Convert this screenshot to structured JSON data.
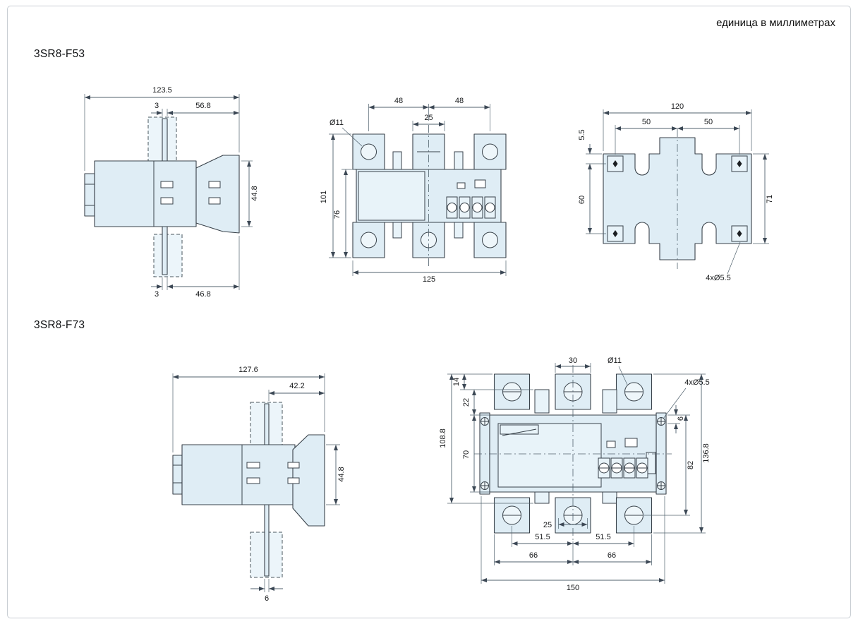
{
  "page": {
    "units_note": "единица в миллиметрах"
  },
  "f53": {
    "title": "3SR8-F53",
    "side_view": {
      "overall_length": "123.5",
      "blade_offset_top": "3",
      "top_right_length": "56.8",
      "body_height": "44.8",
      "blade_offset_bottom": "3",
      "bottom_right_length": "46.8"
    },
    "front_view": {
      "pole_pitch_left": "48",
      "pole_pitch_right": "48",
      "middle_terminal_width": "25",
      "terminal_hole": "Ø11",
      "total_height": "101",
      "body_height": "76",
      "overall_width": "125"
    },
    "mounting_view": {
      "overall_width": "120",
      "hole_span_left": "50",
      "hole_span_right": "50",
      "edge_offset": "5.5",
      "hole_span_vertical": "60",
      "overall_height": "71",
      "mounting_holes": "4xØ5.5"
    }
  },
  "f73": {
    "title": "3SR8-F73",
    "side_view": {
      "overall_length": "127.6",
      "top_right_length": "42.2",
      "body_height": "44.8",
      "blade_width": "6"
    },
    "front_view": {
      "middle_terminal_width": "30",
      "terminal_hole": "Ø11",
      "mounting_holes": "4xØ5.5",
      "top_offset": "14",
      "clamp_height": "22",
      "height_to_clamp": "108.8",
      "body_height": "70",
      "plate_offset": "6",
      "body_to_terminal": "82",
      "total_height": "136.8",
      "bottom_terminal_width": "25",
      "pole_pitch_left": "51.5",
      "pole_pitch_right": "51.5",
      "terminal_span_left": "66",
      "terminal_span_right": "66",
      "overall_width": "150"
    }
  }
}
